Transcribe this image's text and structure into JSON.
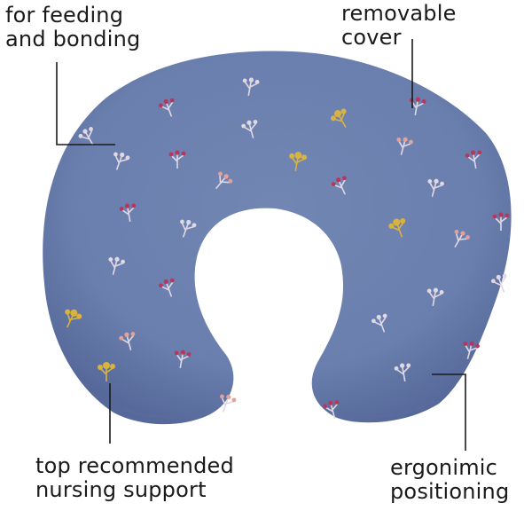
{
  "annotations": {
    "feeding": [
      "for feeding",
      "and bonding"
    ],
    "cover": [
      "removable",
      "cover"
    ],
    "support": [
      "top recommended",
      "nursing support"
    ],
    "ergonomic": [
      "ergonimic",
      "positioning"
    ]
  },
  "colors": {
    "pillow_base": "#6a7fae",
    "pillow_shadow": "#56699a",
    "berry": "#b8365c",
    "leaf": "#e0d9e4",
    "yellow": "#d9b33e",
    "pink": "#e4a19a",
    "leader": "#1a1a1a"
  }
}
